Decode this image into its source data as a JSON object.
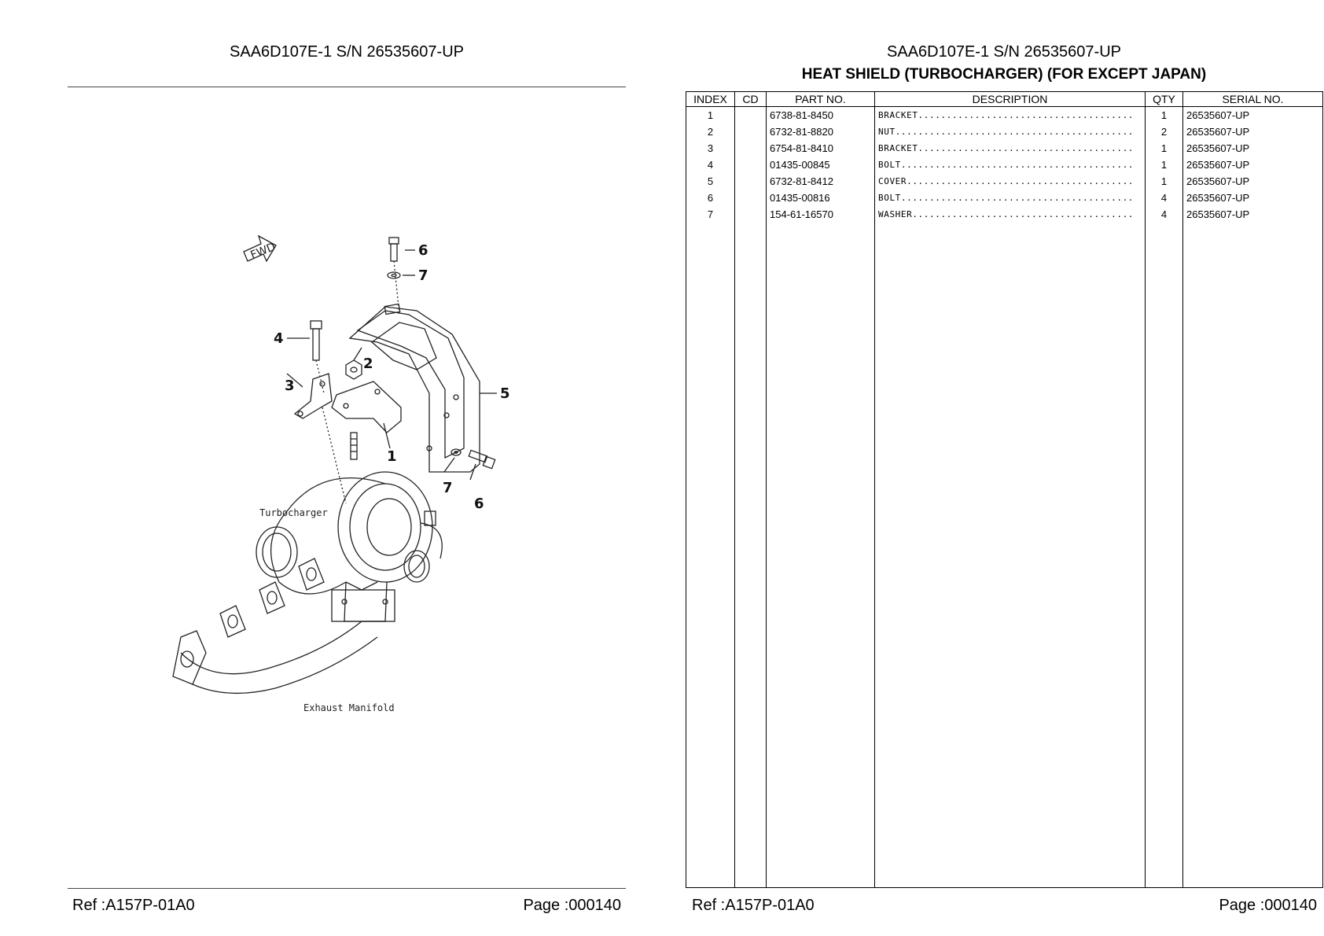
{
  "left_page": {
    "header": "SAA6D107E-1 S/N 26535607-UP",
    "footer_ref": "Ref :A157P-01A0",
    "footer_page": "Page :000140",
    "diagram": {
      "fwd_label": "FWD",
      "callouts": [
        "6",
        "7",
        "4",
        "2",
        "3",
        "5",
        "1",
        "7",
        "6"
      ],
      "turbocharger_label": "Turbocharger",
      "exhaust_label": "Exhaust Manifold"
    }
  },
  "right_page": {
    "header": "SAA6D107E-1 S/N 26535607-UP",
    "title": "HEAT SHIELD (TURBOCHARGER) (FOR EXCEPT JAPAN)",
    "footer_ref": "Ref :A157P-01A0",
    "footer_page": "Page :000140",
    "columns": [
      "INDEX",
      "CD",
      "PART NO.",
      "DESCRIPTION",
      "QTY",
      "SERIAL NO."
    ],
    "rows": [
      {
        "index": "1",
        "cd": "",
        "part": "6738-81-8450",
        "desc": "BRACKET......................................",
        "qty": "1",
        "serial": "26535607-UP"
      },
      {
        "index": "2",
        "cd": "",
        "part": "6732-81-8820",
        "desc": "NUT..........................................",
        "qty": "2",
        "serial": "26535607-UP"
      },
      {
        "index": "3",
        "cd": "",
        "part": "6754-81-8410",
        "desc": "BRACKET......................................",
        "qty": "1",
        "serial": "26535607-UP"
      },
      {
        "index": "4",
        "cd": "",
        "part": "01435-00845",
        "desc": "BOLT.........................................",
        "qty": "1",
        "serial": "26535607-UP"
      },
      {
        "index": "5",
        "cd": "",
        "part": "6732-81-8412",
        "desc": "COVER........................................",
        "qty": "1",
        "serial": "26535607-UP"
      },
      {
        "index": "6",
        "cd": "",
        "part": "01435-00816",
        "desc": "BOLT.........................................",
        "qty": "4",
        "serial": "26535607-UP"
      },
      {
        "index": "7",
        "cd": "",
        "part": "154-61-16570",
        "desc": "WASHER.......................................",
        "qty": "4",
        "serial": "26535607-UP"
      }
    ]
  }
}
